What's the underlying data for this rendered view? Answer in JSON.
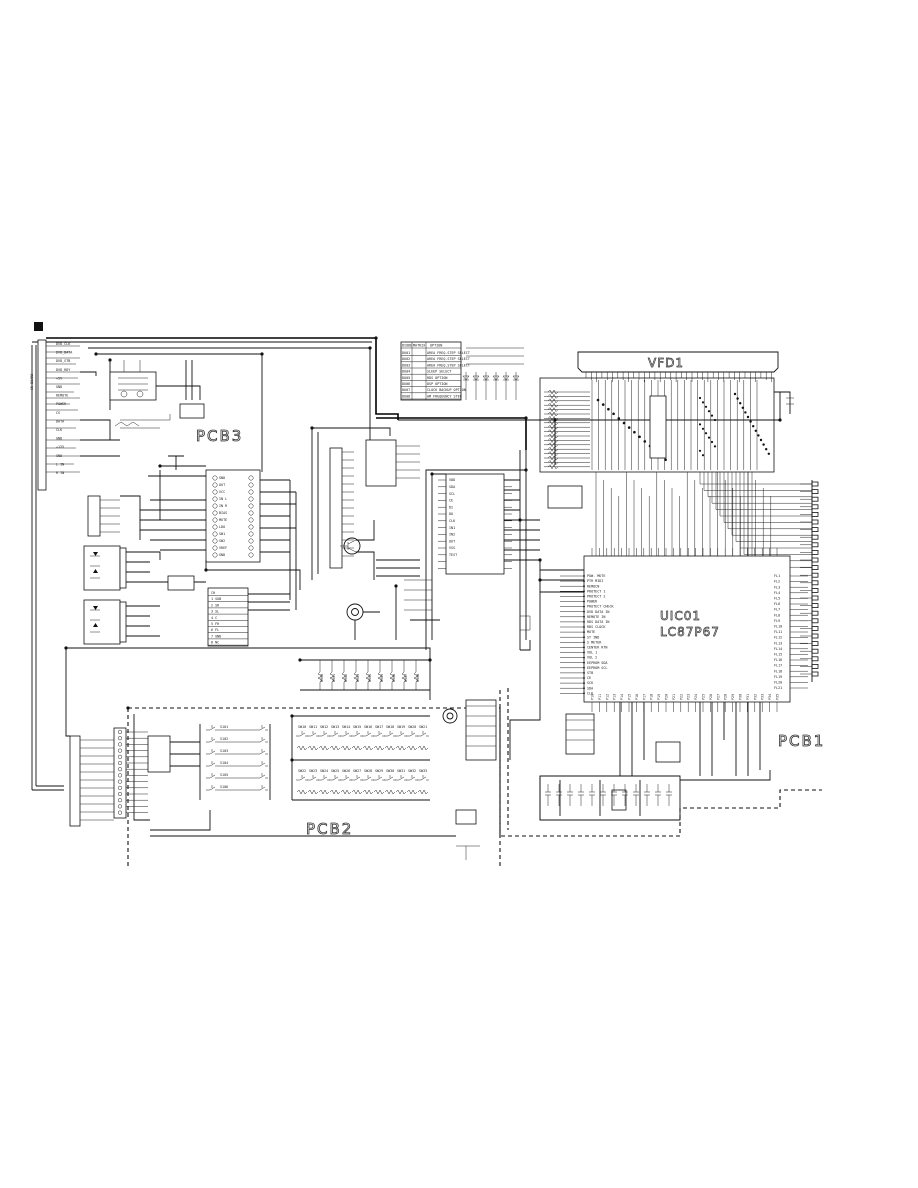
{
  "boards": {
    "pcb1": "PCB1",
    "pcb2": "PCB2",
    "pcb3": "PCB3"
  },
  "microcontroller": {
    "ref": "UIC01",
    "part": "LC87P67"
  },
  "display": {
    "ref": "VFD1"
  },
  "option_table": {
    "headers": [
      "DIODE",
      "MATRIX",
      "OPTION"
    ],
    "rows": [
      [
        "DU01",
        "",
        "AREA FREQ.STEP SELECT"
      ],
      [
        "DU02",
        "",
        "AREA FREQ.STEP SELECT"
      ],
      [
        "DU03",
        "",
        "AREA FREQ.STEP SELECT"
      ],
      [
        "DU04",
        "",
        "SLEEP SELECT"
      ],
      [
        "DU05",
        "",
        "RDS OPTION"
      ],
      [
        "DU06",
        "",
        "DSP OPTION"
      ],
      [
        "DU07",
        "",
        "CLOCK BACKUP OPTION"
      ],
      [
        "DU08",
        "",
        "AM FREQUENCY STEP"
      ]
    ]
  },
  "mcu_pins_left": [
    "POW. MUTE",
    "PTR MIDI",
    "REMOCN",
    "PROTECT 1",
    "PROTECT 2",
    "POWER",
    "PROTECT CHECK",
    "DVD DATA IN",
    "REMOTE IN",
    "RDS DATA IN",
    "RDS CLOCK",
    "MUTE",
    "ST IND",
    "S METER",
    "CENTER RTN",
    "VOL 1",
    "VOL 2",
    "EEPROM SDA",
    "EEPROM SCL",
    "STB",
    "CE",
    "SCK",
    "SDA",
    "CLK"
  ],
  "mcu_pins_right": [
    "FL1",
    "FL2",
    "FL3",
    "FL4",
    "FL5",
    "FL6",
    "FL7",
    "FL8",
    "FL9",
    "FL10",
    "FL11",
    "FL12",
    "FL13",
    "FL14",
    "FL15",
    "FL16",
    "FL17",
    "FL18",
    "FL19",
    "FL20",
    "FL21"
  ],
  "connector_top_left": [
    "DVD_CLK",
    "DVD_DATA",
    "DVD_STB",
    "DVD_RDY",
    "+5V",
    "GND",
    "REMOTE",
    "POWER",
    "CS",
    "DATA",
    "CLK",
    "GND",
    "+12V",
    "GND",
    "L IN",
    "R IN"
  ],
  "left_ic_pins": [
    "GND",
    "OUT",
    "VCC",
    "IN L",
    "IN R",
    "BIAS",
    "MUTE",
    "LDO",
    "SW1",
    "SW2",
    "VREF",
    "GND"
  ],
  "mid_ic_pins": [
    "VDD",
    "SDA",
    "SCL",
    "CE",
    "DI",
    "DO",
    "CLK",
    "IN1",
    "IN2",
    "OUT",
    "VSS",
    "TEST"
  ],
  "small_table": [
    "CH",
    "1 SUB",
    "2 SR",
    "3 SL",
    "4 C",
    "5 FR",
    "6 FL",
    "7 GND",
    "8 NC"
  ],
  "net_labels": [
    "VDD",
    "VSS",
    "+5V",
    "GND",
    "MUTE",
    "SDA",
    "SCL"
  ]
}
